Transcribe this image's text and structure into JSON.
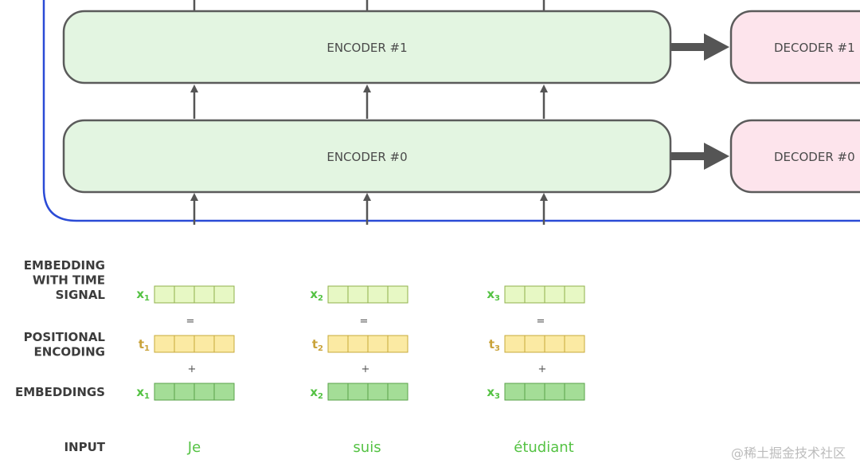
{
  "colors": {
    "encoder_fill": "#e3f5e1",
    "decoder_fill": "#fde4ec",
    "box_stroke": "#5b5b5b",
    "frame_stroke": "#2b4bd6",
    "time_signal_fill": "#e7f8c4",
    "time_signal_stroke": "#8fb04a",
    "positional_fill": "#fbeaa3",
    "positional_stroke": "#c7a93a",
    "embedding_fill": "#a4dd97",
    "embedding_stroke": "#5aa24a",
    "green_text": "#54c243",
    "yellow_text": "#c9a33b",
    "arrow": "#555555"
  },
  "encoders": [
    {
      "label": "ENCODER #1"
    },
    {
      "label": "ENCODER #0"
    }
  ],
  "decoders": [
    {
      "label": "DECODER #1"
    },
    {
      "label": "DECODER #0"
    }
  ],
  "row_labels": {
    "time_signal": [
      "EMBEDDING",
      "WITH TIME",
      "SIGNAL"
    ],
    "positional": [
      "POSITIONAL",
      "ENCODING"
    ],
    "embeddings": [
      "EMBEDDINGS"
    ],
    "input": [
      "INPUT"
    ]
  },
  "columns": [
    {
      "x_label": "x",
      "x_sub": "1",
      "t_label": "t",
      "t_sub": "1",
      "e_label": "x",
      "e_sub": "1",
      "word": "Je"
    },
    {
      "x_label": "x",
      "x_sub": "2",
      "t_label": "t",
      "t_sub": "2",
      "e_label": "x",
      "e_sub": "2",
      "word": "suis"
    },
    {
      "x_label": "x",
      "x_sub": "3",
      "t_label": "t",
      "t_sub": "3",
      "e_label": "x",
      "e_sub": "3",
      "word": "étudiant"
    }
  ],
  "operators": {
    "equals": "=",
    "plus": "+"
  },
  "vector_cells": 4,
  "watermark": "@稀土掘金技术社区"
}
